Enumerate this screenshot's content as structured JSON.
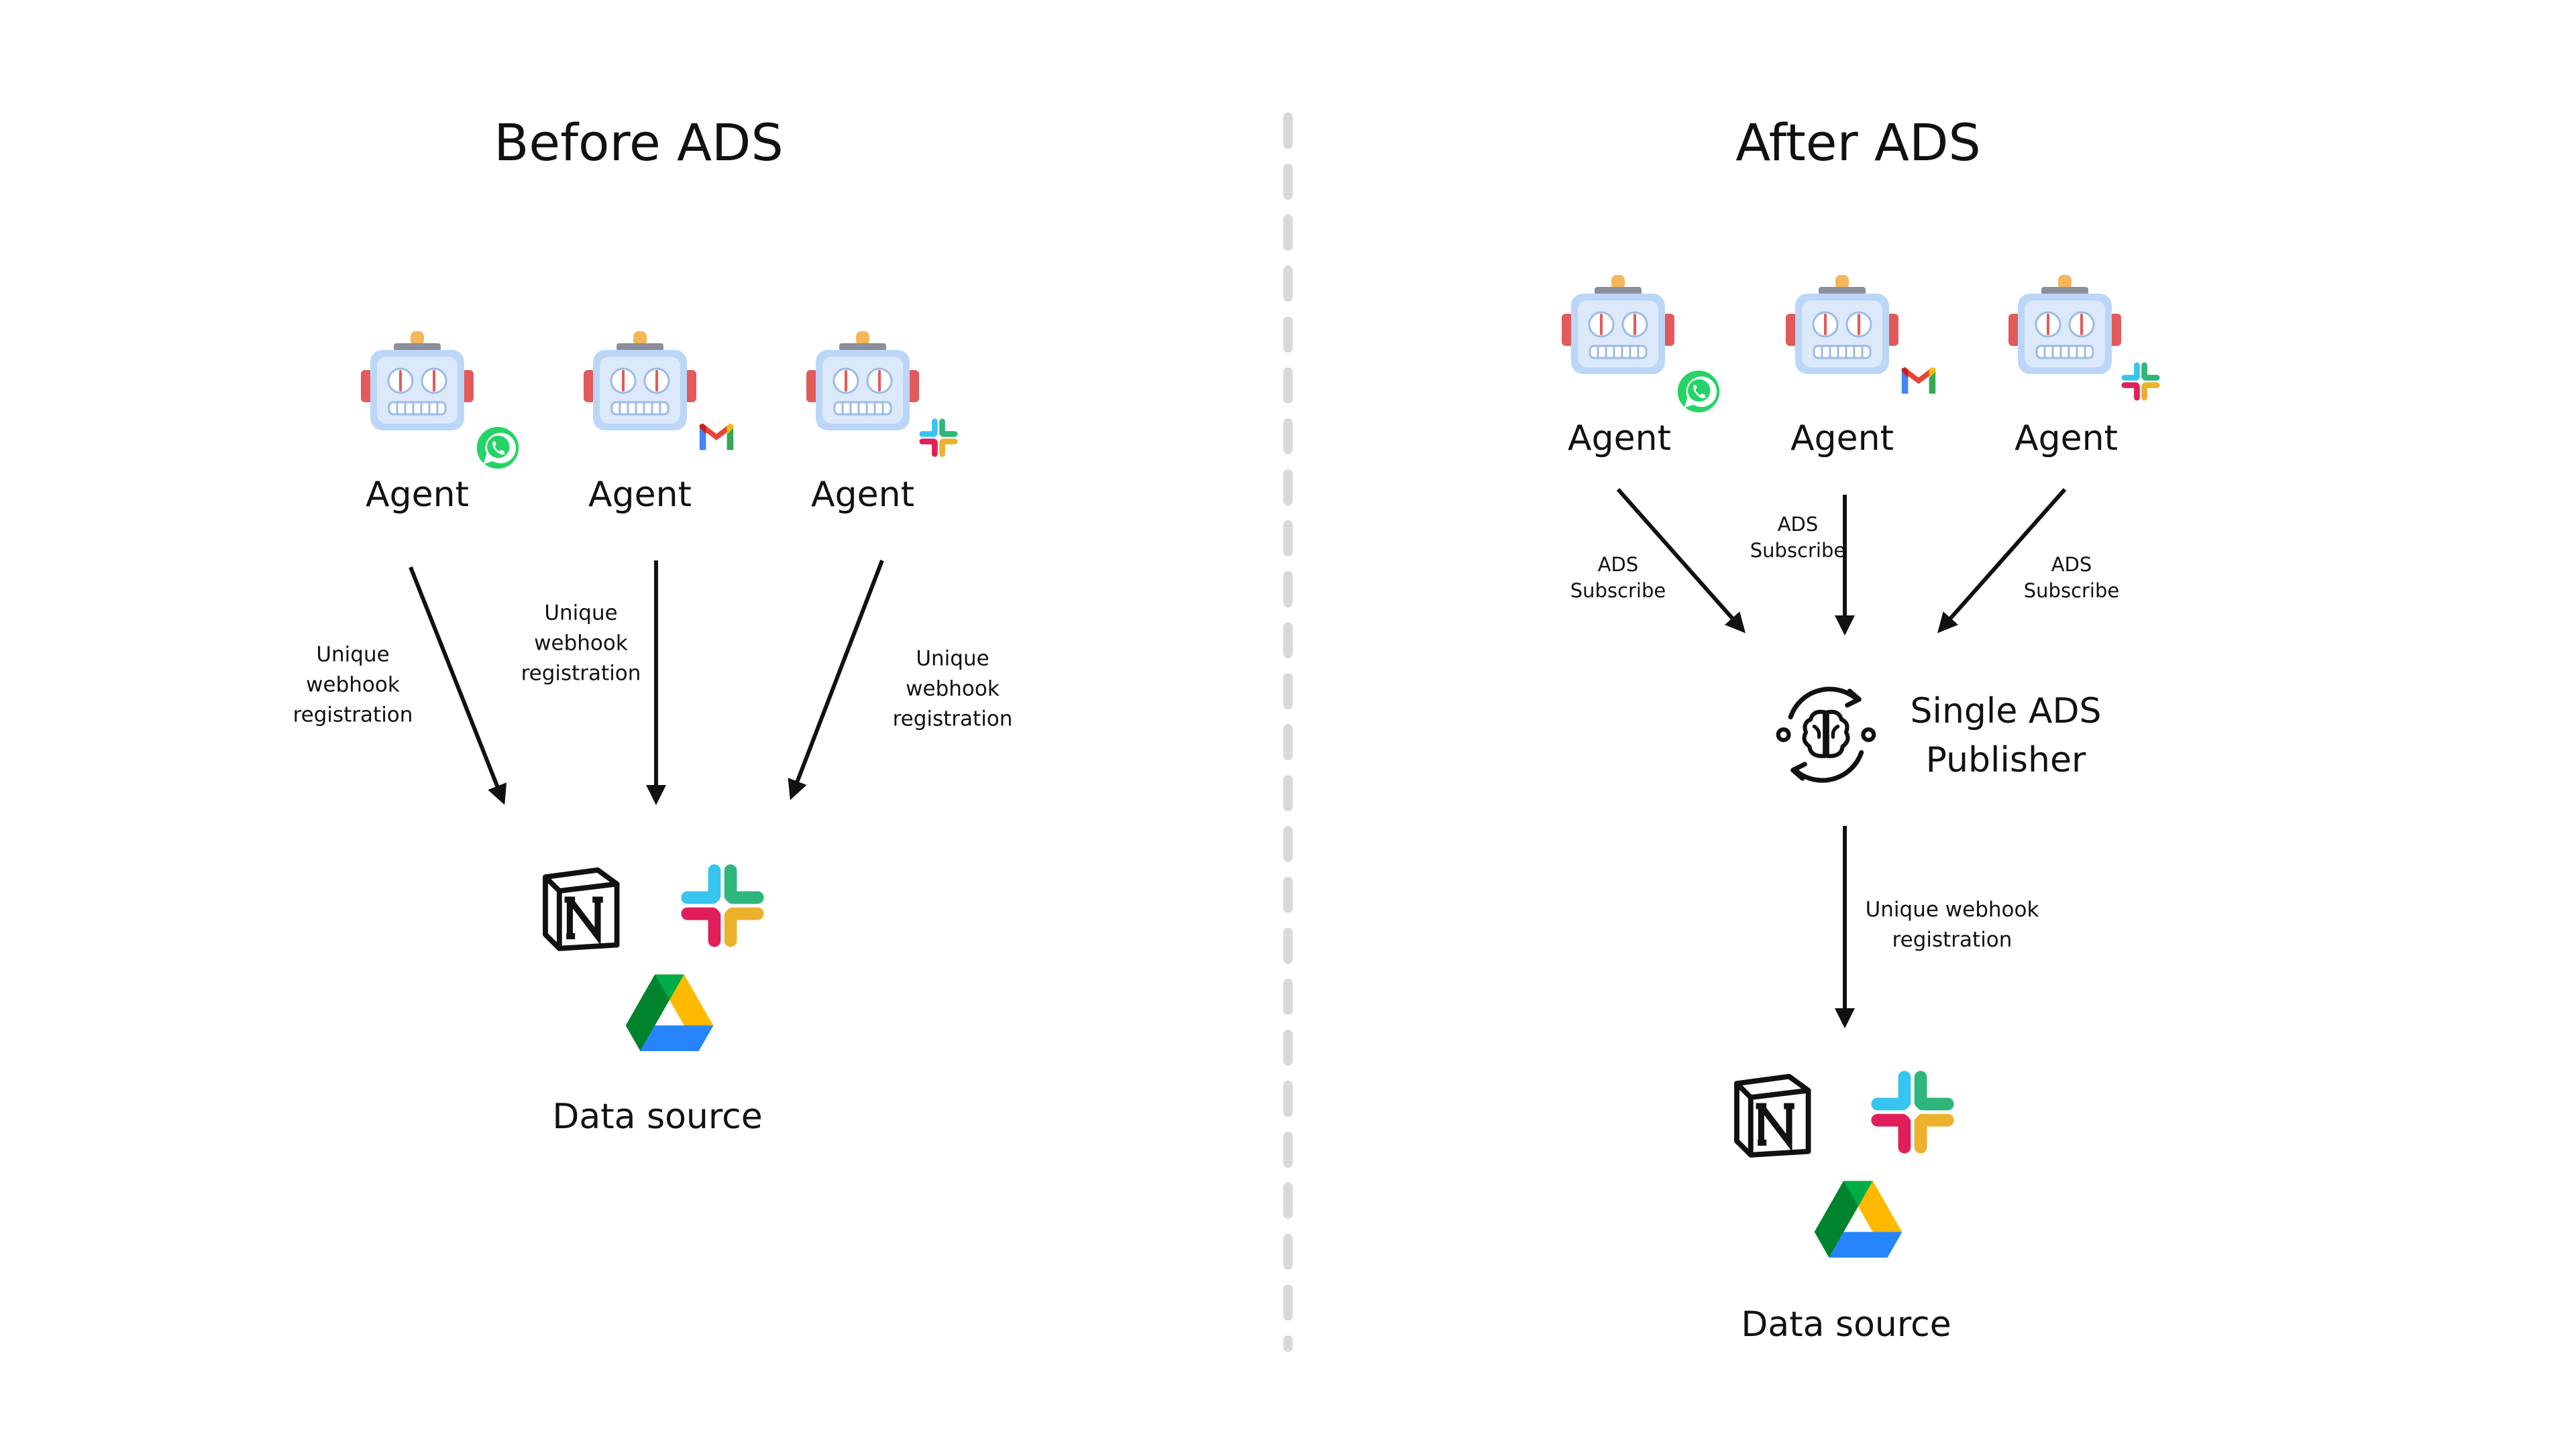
{
  "before": {
    "title": "Before ADS",
    "agents": [
      {
        "label": "Agent",
        "badge": "whatsapp-icon"
      },
      {
        "label": "Agent",
        "badge": "gmail-icon"
      },
      {
        "label": "Agent",
        "badge": "slack-icon"
      }
    ],
    "edge_labels": [
      [
        "Unique",
        "webhook",
        "registration"
      ],
      [
        "Unique",
        "webhook",
        "registration"
      ],
      [
        "Unique",
        "webhook",
        "registration"
      ]
    ],
    "data_source": {
      "label": "Data source",
      "icons": [
        "notion-icon",
        "slack-icon",
        "google-drive-icon"
      ]
    }
  },
  "after": {
    "title": "After ADS",
    "agents": [
      {
        "label": "Agent",
        "badge": "whatsapp-icon"
      },
      {
        "label": "Agent",
        "badge": "gmail-icon"
      },
      {
        "label": "Agent",
        "badge": "slack-icon"
      }
    ],
    "subscribe_labels": [
      [
        "ADS",
        "Subscribe"
      ],
      [
        "ADS",
        "Subscribe"
      ],
      [
        "ADS",
        "Subscribe"
      ]
    ],
    "publisher": {
      "lines": [
        "Single ADS",
        "Publisher"
      ],
      "icon": "brain-sync-icon"
    },
    "webhook_label": [
      "Unique webhook",
      "registration"
    ],
    "data_source": {
      "label": "Data source",
      "icons": [
        "notion-icon",
        "slack-icon",
        "google-drive-icon"
      ]
    }
  },
  "colors": {
    "robot_body": "#bcd6f7",
    "robot_face": "#dbe9fb",
    "robot_ear": "#e25a5a",
    "antenna": "#f5b75a",
    "divider": "#d9d9d9",
    "arrow": "#111111",
    "whatsapp": "#25d366",
    "slack": [
      "#36c5f0",
      "#2eb67d",
      "#ecb22e",
      "#e01e5a"
    ],
    "gmail": [
      "#ea4335",
      "#4285f4",
      "#34a853",
      "#fbbc04"
    ],
    "drive": [
      "#0066da",
      "#00ac47",
      "#ea4335",
      "#ffba00",
      "#2684fc",
      "#00832d"
    ]
  }
}
